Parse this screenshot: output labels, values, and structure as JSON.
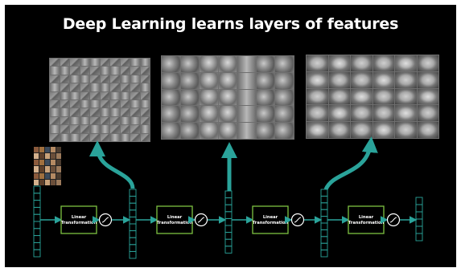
{
  "title": "Deep Learning learns layers of features",
  "block_label_line1": "Linear",
  "block_label_line2": "Transformation",
  "activation_icon": "sigmoid-curve-icon",
  "colors": {
    "background": "#000000",
    "arrow": "#2aa39a",
    "block_border": "#7dc242",
    "title": "#ffffff"
  },
  "panels": [
    {
      "name": "edge-features",
      "rows": 10,
      "cols": 10
    },
    {
      "name": "part-features",
      "rows": 5,
      "cols": 7
    },
    {
      "name": "face-features",
      "rows": 5,
      "cols": 6
    }
  ]
}
